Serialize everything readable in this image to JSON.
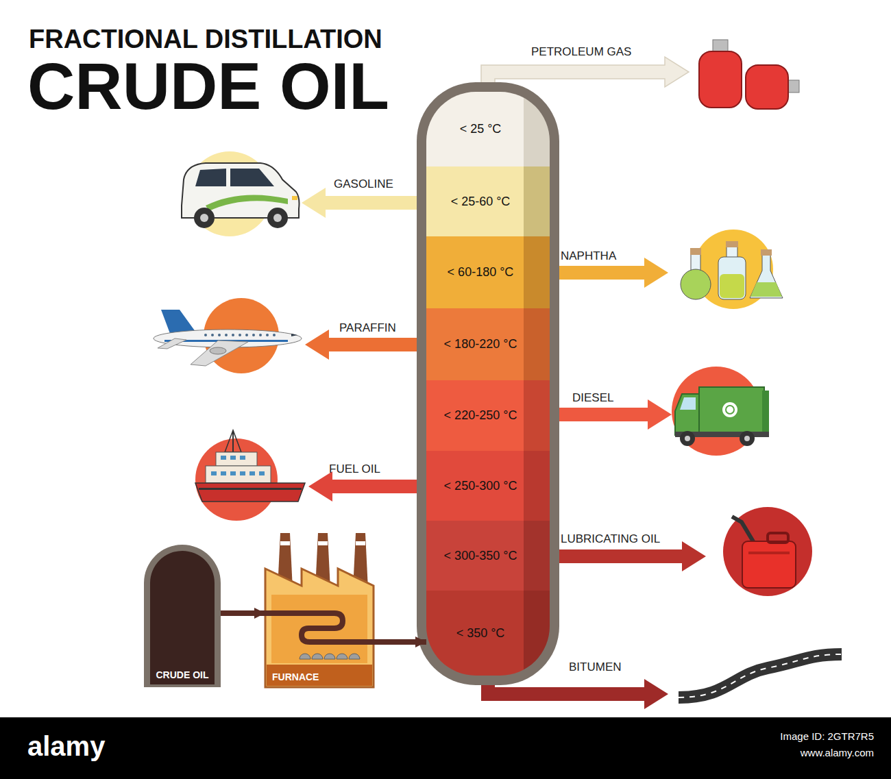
{
  "diagram": {
    "title": "FRACTIONAL DISTILLATION",
    "nodes": [
      {
        "text": [
          "< 25 °C"
        ]
      },
      {
        "text": [
          "< 25-60 °C"
        ]
      },
      {
        "text": [
          "< 60-180 °C"
        ]
      },
      {
        "text": [
          "< 180-220 °C"
        ]
      },
      {
        "text": [
          "< 220-250 °C"
        ]
      },
      {
        "text": [
          "< 250-300 °C"
        ]
      },
      {
        "text": [
          "< 300-350 °C"
        ]
      },
      {
        "text": [
          "< 350 °C"
        ]
      },
      {
        "text": [
          "CRUDE OIL"
        ]
      },
      {
        "text": [
          "FURNACE"
        ]
      }
    ],
    "edges": [
      {
        "from": 8,
        "to": 9,
        "arrow": "to"
      },
      {
        "from": 9,
        "to": 7,
        "arrow": "to"
      }
    ],
    "labels": [
      "CRUDE OIL",
      "PETROLEUM GAS",
      "GASOLINE",
      "NAPHTHA",
      "PARAFFIN",
      "DIESEL",
      "FUEL OIL",
      "LUBRICATING OIL",
      "BITUMEN",
      "alamy",
      "Image ID: 2GTR7R5",
      "www.alamy.com"
    ]
  }
}
